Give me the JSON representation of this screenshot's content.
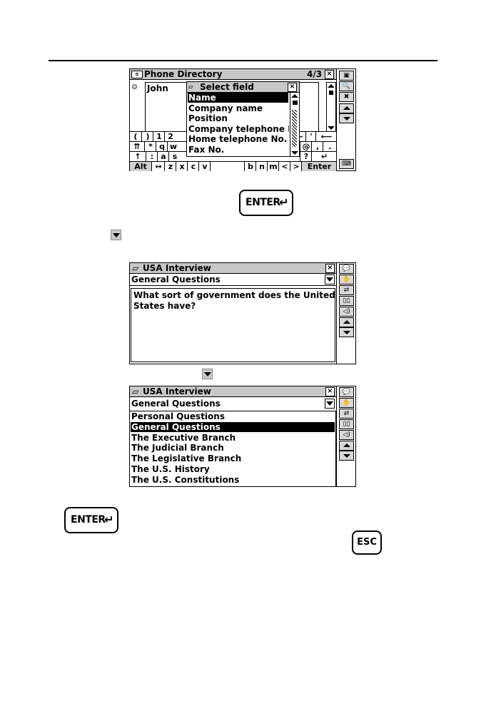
{
  "phone": {
    "title": "Phone Directory",
    "counter": "4/3",
    "input_value": "John",
    "popup_title": "Select field",
    "fields": [
      "Name",
      "Company name",
      "Position",
      "Company telephone No.",
      "Home telephone No.",
      "Fax No."
    ],
    "selected_index": 0,
    "kb_row1": [
      "(",
      ")",
      "1",
      "2"
    ],
    "kb_row1_right": [
      "-",
      "'"
    ],
    "kb_row2": [
      "⇈",
      "*",
      "q",
      "w"
    ],
    "kb_row2_right": [
      "@",
      ",",
      "."
    ],
    "kb_row3": [
      "↑",
      ":",
      "a",
      "s"
    ],
    "kb_row3_right": [
      "?"
    ],
    "kb_row4": [
      "Alt",
      "↔",
      "z",
      "x",
      "c",
      "v",
      "",
      "b",
      "n",
      "m",
      "<",
      ">",
      "Enter"
    ]
  },
  "usa1": {
    "title": "USA Interview",
    "category": "General Questions",
    "question": [
      "What sort of government does the United",
      "States have?"
    ]
  },
  "usa2": {
    "title": "USA Interview",
    "category": "General Questions",
    "options": [
      "Personal Questions",
      "General Questions",
      "The Executive Branch",
      "The Judicial Branch",
      "The Legislative Branch",
      "The U.S. History",
      "The U.S. Constitutions"
    ],
    "selected_index": 1
  },
  "keys": {
    "enter": "ENTER",
    "esc": "ESC"
  }
}
